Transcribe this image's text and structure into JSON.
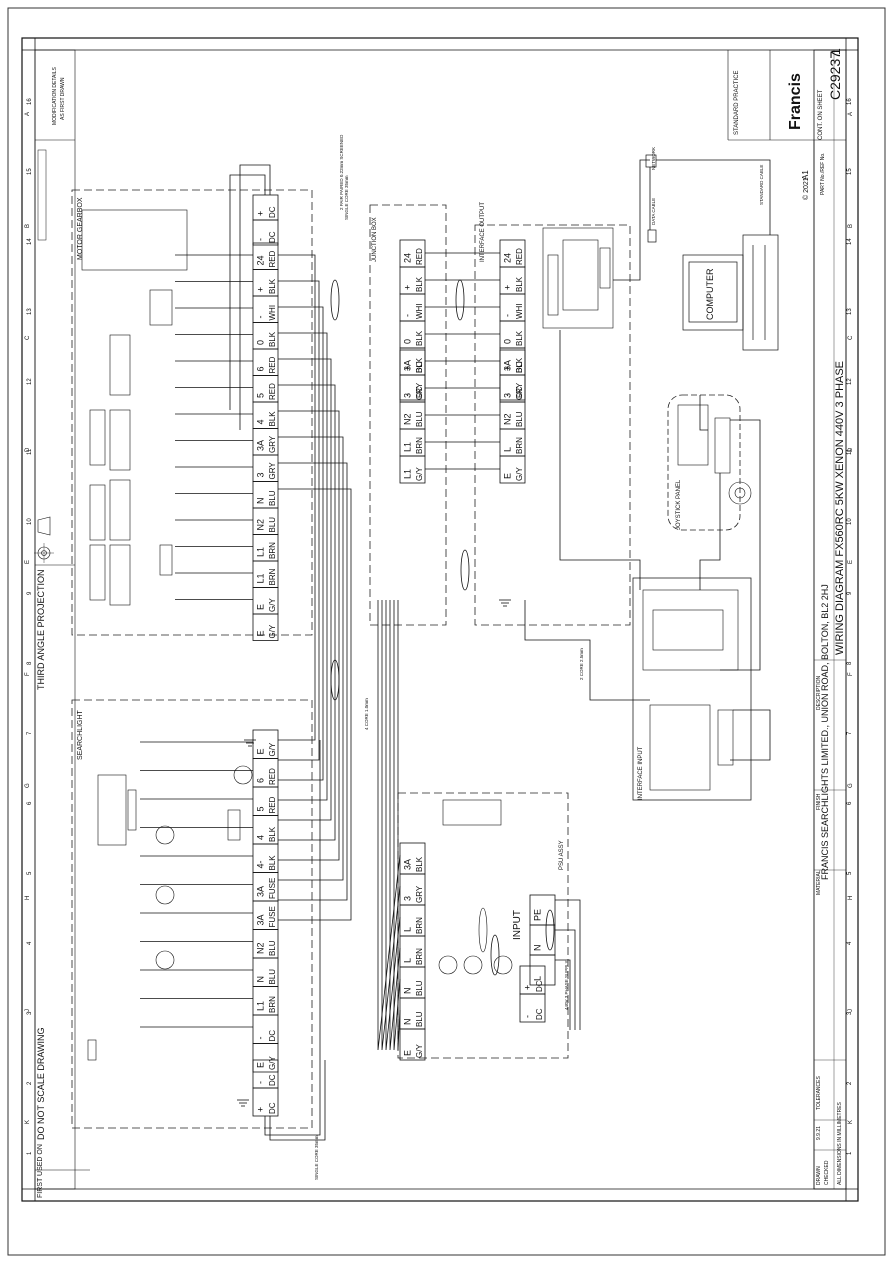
{
  "title_block": {
    "company": "FRANCIS SEARCHLIGHTS LIMITED., UNION ROAD, BOLTON, BL2 2HJ",
    "title": "WIRING DIAGRAM FX560RC 5KW XENON 440V 3 PHASE",
    "drawing_number": "C29237",
    "sheet": "1",
    "size": "A1",
    "copyright": "© 2021",
    "brand": "Francis",
    "standard_practice": "STANDARD PRACTICE",
    "cont_on_sheet": "CONT. ON SHEET",
    "part_no": "PART No./REF No."
  },
  "notes": {
    "projection": "THIRD ANGLE PROJECTION",
    "do_not_scale": "DO NOT SCALE DRAWING",
    "first_used_on": "FIRST USED ON",
    "modification": "MODIFICATION DETAILS",
    "as_first_drawn": "AS FIRST DRAWN",
    "all_dimensions": "ALL DIMENSIONS IN MILLIMETRES"
  },
  "border": {
    "columns": [
      "1",
      "2",
      "3",
      "4",
      "5",
      "6",
      "7",
      "8",
      "9",
      "10",
      "11",
      "12",
      "13",
      "14",
      "15",
      "16"
    ],
    "rows": [
      "A",
      "B",
      "C",
      "D",
      "E",
      "F",
      "G",
      "H",
      "J",
      "K"
    ]
  },
  "sections": {
    "motor_gearbox": "MOTOR GEARBOX",
    "searchlight": "SEARCHLIGHT",
    "junction_box": "JUNCTION BOX",
    "interface_output": "INTERFACE OUTPUT",
    "interface_input": "INTERFACE INPUT",
    "psu_assy": "PSU ASSY",
    "joystick_panel": "JOYSTICK PANEL",
    "computer": "COMPUTER",
    "input": "INPUT"
  },
  "terminals": {
    "searchlight_upper": [
      {
        "t": "E",
        "c": "G/Y"
      },
      {
        "t": "E",
        "c": "G/Y"
      },
      {
        "t": "L1",
        "c": "BRN"
      },
      {
        "t": "L1",
        "c": "BRN"
      },
      {
        "t": "N2",
        "c": "BLU"
      },
      {
        "t": "N",
        "c": "BLU"
      },
      {
        "t": "3",
        "c": "GRY"
      },
      {
        "t": "3A",
        "c": "GRY"
      },
      {
        "t": "4",
        "c": "BLK"
      },
      {
        "t": "5",
        "c": "RED"
      },
      {
        "t": "6",
        "c": "RED"
      },
      {
        "t": "0",
        "c": "BLK"
      },
      {
        "t": "-",
        "c": "WHI"
      },
      {
        "t": "+",
        "c": "BLK"
      },
      {
        "t": "24",
        "c": "RED"
      }
    ],
    "searchlight_lower": [
      {
        "t": "E",
        "c": "G/Y"
      },
      {
        "t": "-",
        "c": "DC"
      },
      {
        "t": "L1",
        "c": "BRN"
      },
      {
        "t": "N",
        "c": "BLU"
      },
      {
        "t": "N2",
        "c": "BLU"
      },
      {
        "t": "3A",
        "c": "FUSE"
      },
      {
        "t": "3A",
        "c": "FUSE"
      },
      {
        "t": "4-",
        "c": "BLK"
      },
      {
        "t": "4",
        "c": "BLK"
      },
      {
        "t": "5",
        "c": "RED"
      },
      {
        "t": "6",
        "c": "RED"
      },
      {
        "t": "E",
        "c": "G/Y"
      }
    ],
    "junction_upper": [
      {
        "t": "L1",
        "c": "G/Y"
      },
      {
        "t": "L1",
        "c": "BRN"
      },
      {
        "t": "N2",
        "c": "BLU"
      },
      {
        "t": "3",
        "c": "GRY"
      },
      {
        "t": "3A",
        "c": "BLK"
      },
      {
        "t": "0",
        "c": "BLK"
      },
      {
        "t": "-",
        "c": "WHI"
      },
      {
        "t": "+",
        "c": "BLK"
      },
      {
        "t": "24",
        "c": "RED"
      }
    ],
    "junction_lower": [
      {
        "t": "E",
        "c": "G/Y"
      },
      {
        "t": "L",
        "c": "BRN"
      },
      {
        "t": "N2",
        "c": "BLU"
      },
      {
        "t": "3",
        "c": "GRY"
      },
      {
        "t": "3A",
        "c": "BLK"
      },
      {
        "t": "0",
        "c": "BLK"
      },
      {
        "t": "-",
        "c": "WHI"
      },
      {
        "t": "+",
        "c": "BLK"
      },
      {
        "t": "24",
        "c": "RED"
      }
    ],
    "psu": [
      {
        "t": "E",
        "c": "G/Y"
      },
      {
        "t": "N",
        "c": "BLU"
      },
      {
        "t": "N",
        "c": "BLU"
      },
      {
        "t": "L",
        "c": "BRN"
      },
      {
        "t": "L",
        "c": "BRN"
      },
      {
        "t": "3",
        "c": "GRY"
      },
      {
        "t": "3A",
        "c": "BLK"
      }
    ],
    "input": [
      {
        "t": "L",
        "c": ""
      },
      {
        "t": "N",
        "c": ""
      },
      {
        "t": "PE",
        "c": ""
      }
    ],
    "dc_pair": [
      {
        "t": "-",
        "c": "DC"
      },
      {
        "t": "+",
        "c": "DC"
      }
    ]
  },
  "cable_notes": {
    "single_core_35": "SINGLE CORE 35mm",
    "two_core_25": "2 CORE 2.5mm",
    "four_core_1": "4 CORE 1.0mm",
    "two_pair_screened": "2 PAIR PAIRED 0.22mm SCREENED",
    "three_phase_supply": "440V 3 PHASE SUPPLY",
    "standard_cable": "STANDARD CABLE",
    "data_cable": "DATA CABLE",
    "network": "NETWORK"
  },
  "revision": {
    "drawn_by": "DRAWN",
    "date": "9.9.21",
    "checked": "CHECKED",
    "tolerances": "TOLERANCES",
    "material": "MATERIAL",
    "finish": "FINISH",
    "description": "DESCRIPTION"
  }
}
